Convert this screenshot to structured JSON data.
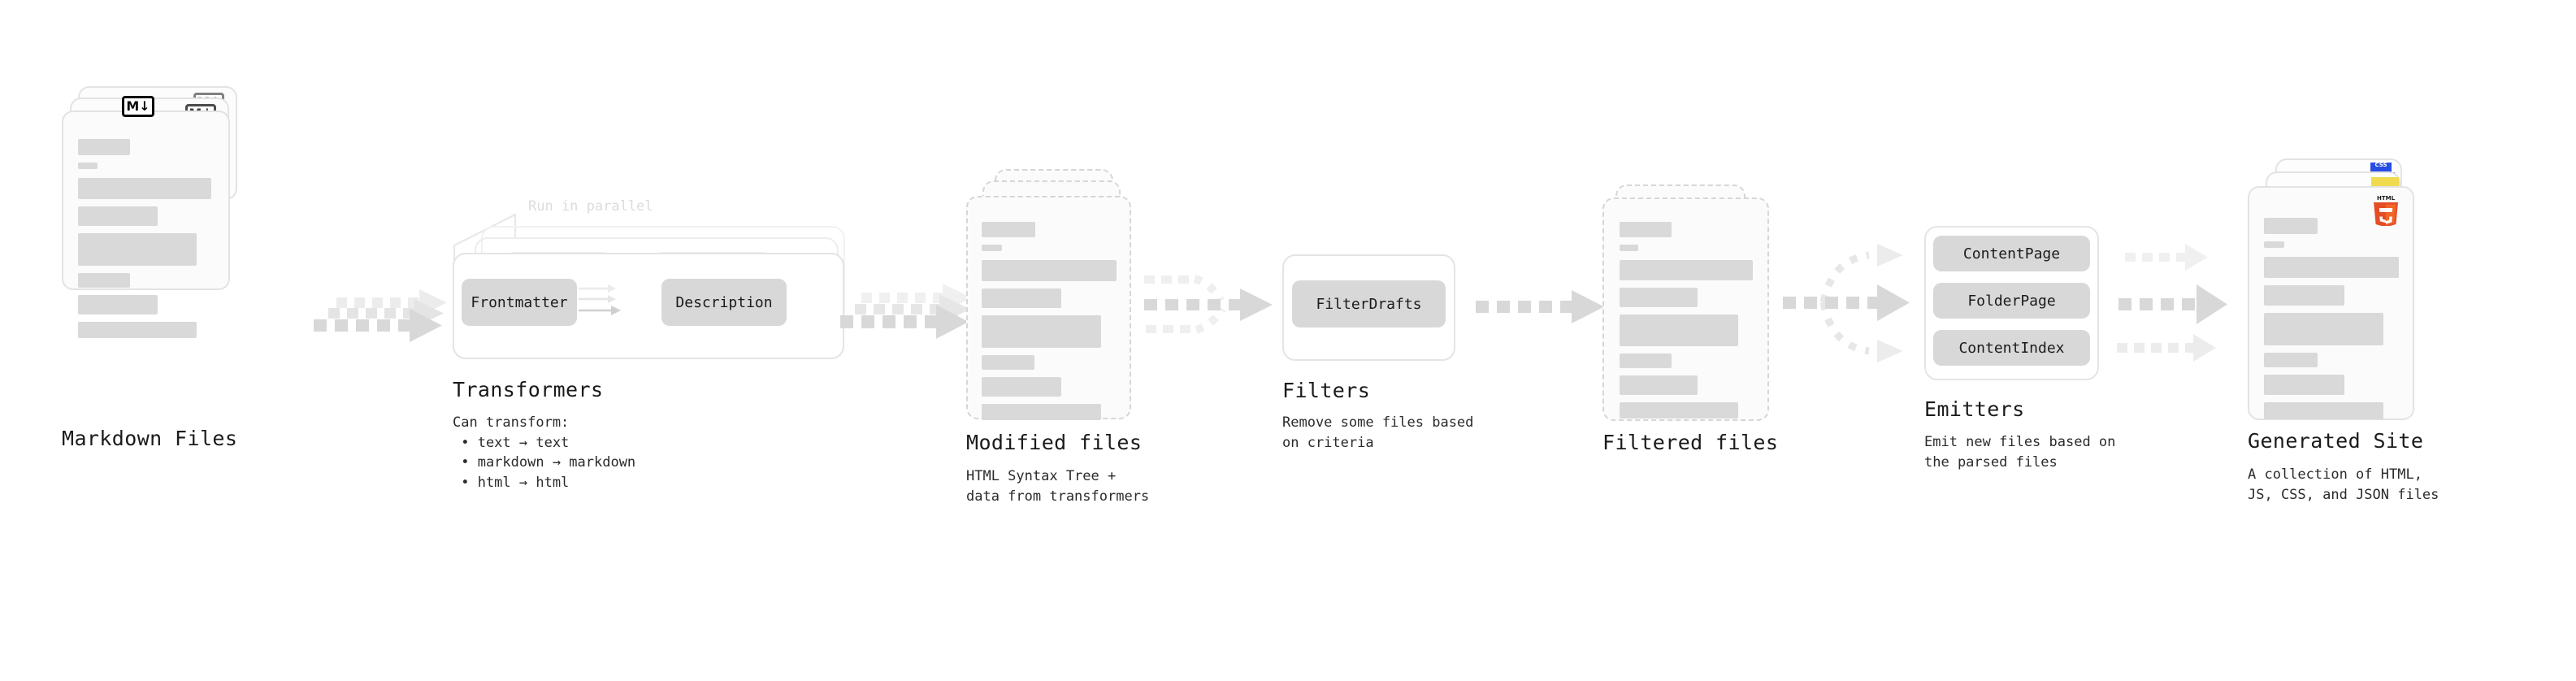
{
  "diagram": {
    "type": "pipeline-flow",
    "stages": [
      {
        "id": "markdown-files",
        "title": "Markdown Files",
        "subtitle": "",
        "badge": "M↓",
        "badge_name": "markdown-logo"
      },
      {
        "id": "transformers",
        "title": "Transformers",
        "subtitle": "Can transform:\n • text → text\n • markdown → markdown\n • html → html",
        "parallel_note": "Run in parallel",
        "chips": [
          "Frontmatter",
          "Description"
        ]
      },
      {
        "id": "modified-files",
        "title": "Modified files",
        "subtitle": "HTML Syntax Tree +\ndata from transformers"
      },
      {
        "id": "filters",
        "title": "Filters",
        "subtitle": "Remove some files based\non criteria",
        "chips": [
          "FilterDrafts"
        ]
      },
      {
        "id": "filtered-files",
        "title": "Filtered files",
        "subtitle": ""
      },
      {
        "id": "emitters",
        "title": "Emitters",
        "subtitle": "Emit new files based on\nthe parsed files",
        "chips": [
          "ContentPage",
          "FolderPage",
          "ContentIndex"
        ]
      },
      {
        "id": "generated-site",
        "title": "Generated Site",
        "subtitle": "A collection of HTML,\nJS, CSS, and JSON files",
        "badges": [
          "html5-logo",
          "js-logo",
          "css3-logo"
        ],
        "css_badge_text": "CSS"
      }
    ],
    "html5_wordmark": "HTML",
    "html5_number": "5",
    "colors": {
      "page_background": "#ffffff",
      "card_background": "#fbfbfb",
      "card_border": "#e3e3e3",
      "dashed_border": "#d6d6d6",
      "line_fill": "#d9d9d9",
      "chip_fill": "#d8d8d8",
      "arrow_fill": "#d8d8d8",
      "arrow_ghost": "#ececec",
      "text": "#1b1b1b",
      "muted_text": "#dcdcdc",
      "html5_orange": "#e44d26",
      "html5_orange_light": "#f16529",
      "js_yellow": "#f0db4f",
      "css_blue": "#264de4"
    }
  }
}
